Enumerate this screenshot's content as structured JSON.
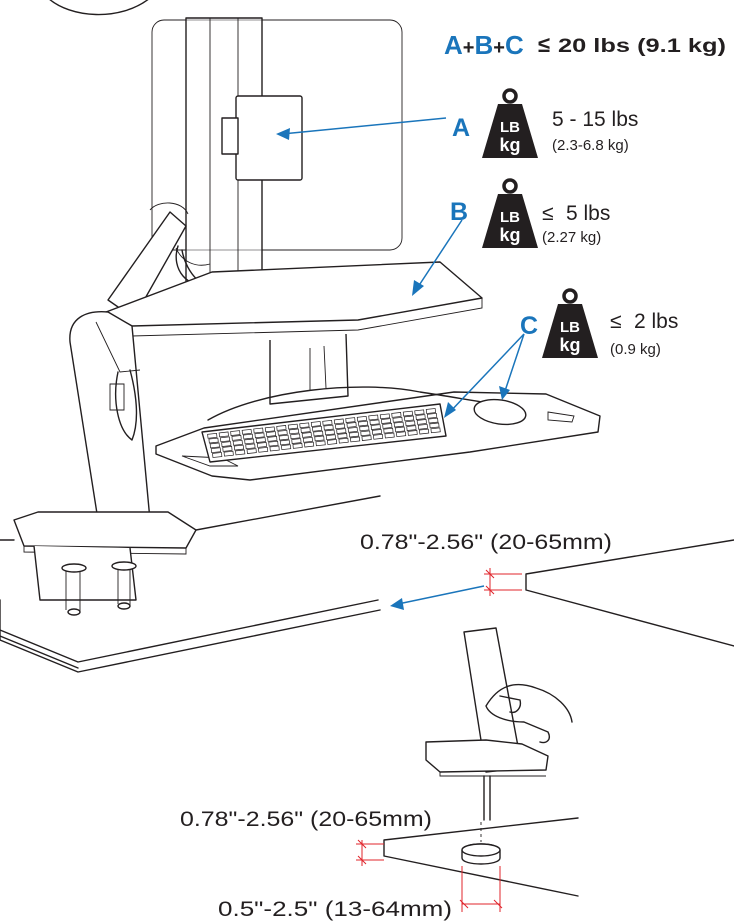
{
  "formula": {
    "a": "A",
    "plus1": "+",
    "b": "B",
    "plus2": "+",
    "c": "C",
    "le": "≤",
    "value": "20 lbs (9.1 kg)"
  },
  "weight_icon": {
    "top": "LB",
    "bottom": "kg"
  },
  "loads": [
    {
      "letter": "A",
      "main": "5 - 15 lbs",
      "sub": "(2.3-6.8 kg)"
    },
    {
      "letter": "B",
      "main": "5 lbs",
      "le": "≤",
      "sub": "(2.27 kg)"
    },
    {
      "letter": "C",
      "main": "2 lbs",
      "le": "≤",
      "sub": "(0.9 kg)"
    }
  ],
  "dims": {
    "desk_clamp": "0.78\"-2.56\" (20-65mm)",
    "grommet_thickness": "0.78\"-2.56\" (20-65mm)",
    "grommet_hole": "0.5\"-2.5\" (13-64mm)"
  },
  "colors": {
    "accent": "#1a75bb",
    "line": "#231f20",
    "dim": "#e0242b"
  },
  "icons": [
    "weight-icon",
    "callout-arrow",
    "hand-illustration"
  ]
}
